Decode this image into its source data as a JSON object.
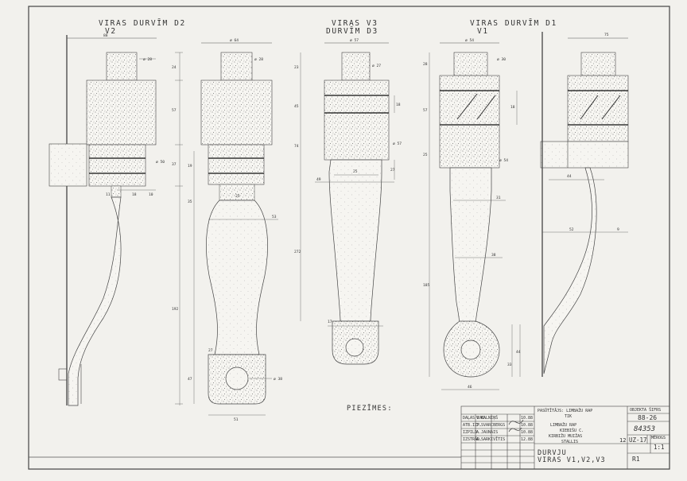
{
  "views": {
    "d2": {
      "title": "VIRAS DURVĪM D2",
      "sub": "V2"
    },
    "v3": {
      "title": "VIRAS V3",
      "sub": "DURVĪM D3"
    },
    "d1": {
      "title": "VIRAS DURVĪM D1",
      "sub": "V1"
    }
  },
  "dims": {
    "w88": "88",
    "w64": "ø 64",
    "w57": "ø 57",
    "w54": "ø 54",
    "w75": "75",
    "d28": "ø 28",
    "d27": "ø 27",
    "d30": "ø 30",
    "d50": "ø 50",
    "d57": "ø 57",
    "d54": "ø 54",
    "d38": "ø 38",
    "v24": "24",
    "v57": "57",
    "v37": "37",
    "v19": "19",
    "v35": "35",
    "v192": "192",
    "v47": "47",
    "v25": "25",
    "v23": "23",
    "v45": "45",
    "v18": "18",
    "v74": "74",
    "v27": "27",
    "v272": "272",
    "v28": "28",
    "v185": "185",
    "v44": "44",
    "h11": "11",
    "h18": "18",
    "h10": "10",
    "h53": "53",
    "h51": "51",
    "h49": "49",
    "h25": "25",
    "h31": "31",
    "h17": "17",
    "h38": "38",
    "h33": "33",
    "h52": "52",
    "h9": "9",
    "h44b": "44",
    "h46": "46",
    "h44": "44"
  },
  "notes": "PIEZĪMES:",
  "titleblock": {
    "project": "PASŪTĪTĀJS: LIMBAŽU RAP",
    "project2": "TIK",
    "object1": "LIMBAŽU RAP",
    "object2": "KIEBIŠU C.",
    "object3": "KIRBIŽU MUIŽAS",
    "object4": "STALLIS",
    "code_label": "OBJEKTA ŠIFRS",
    "code": "88-26",
    "inv": "84353",
    "sheet_no": "12",
    "sheet_code": "UZ-17",
    "scale_label": "MĒROGS",
    "scale": "1:1",
    "drawing_title1": "DURVJU",
    "drawing_title2": "VIRAS V1,V2,V3",
    "rev": "R1",
    "roles": [
      {
        "role": "DAĻAS VAD.",
        "name": "V.KALNIŅŠ",
        "date": "10.88"
      },
      {
        "role": "ATB.IZP.",
        "name": "J.SVARCBERGS",
        "date": "10.88"
      },
      {
        "role": "IZPILD.",
        "name": "A.JAUNAIS",
        "date": "10.88"
      },
      {
        "role": "IZSTRĀD.",
        "name": "A.SARKIVĪTIS",
        "date": "12.88"
      }
    ]
  }
}
